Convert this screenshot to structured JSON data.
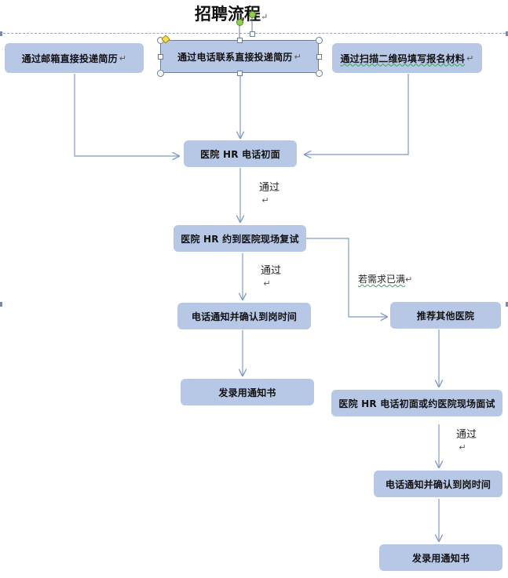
{
  "title": "招聘流程",
  "paragraph_mark": "↵",
  "nodes": {
    "email_submit": "通过邮箱直接投递简历",
    "phone_submit": "通过电话联系直接投递简历",
    "qr_submit": "通过扫描二维码填写报名材料",
    "hr_phone_interview": "医院 HR 电话初面",
    "hr_onsite_reinterview": "医院 HR 约到医院现场复试",
    "notify_confirm_left": "电话通知并确认到岗时间",
    "offer_left": "发录用通知书",
    "recommend_other": "推荐其他医院",
    "other_interview": "医院 HR 电话初面或约医院现场面试",
    "notify_confirm_right": "电话通知并确认到岗时间",
    "offer_right": "发录用通知书"
  },
  "labels": {
    "pass_1": "通过",
    "pass_2": "通过",
    "pass_3": "通过",
    "if_full": "若需求已满"
  },
  "colors": {
    "box_fill": "#b7c7e6",
    "connector": "#7f9cc4"
  }
}
